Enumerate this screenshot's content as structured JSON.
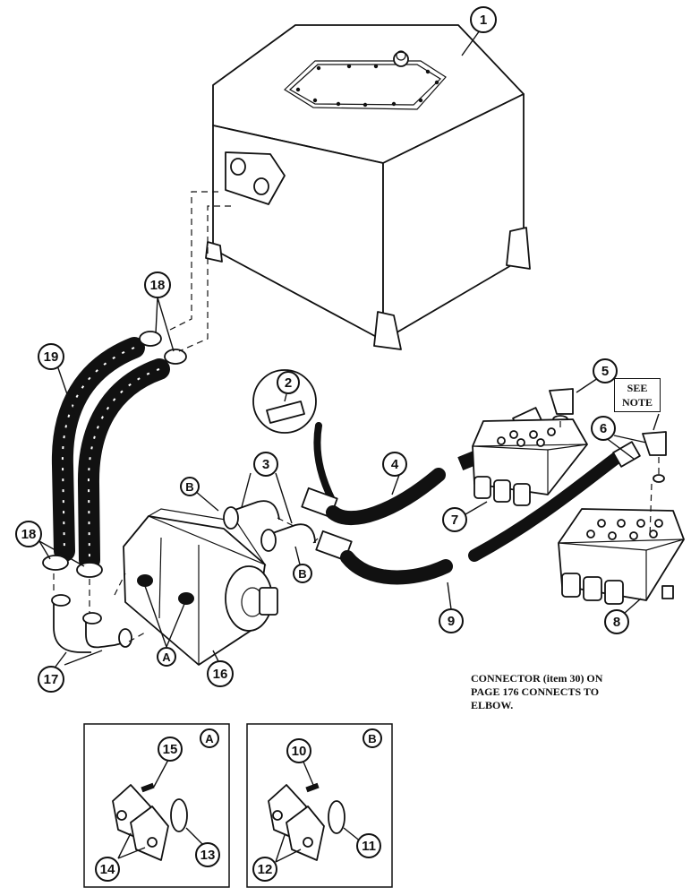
{
  "callouts": {
    "c1": "1",
    "c2": "2",
    "c3": "3",
    "c4": "4",
    "c5": "5",
    "c6": "6",
    "c7": "7",
    "c8": "8",
    "c9": "9",
    "c10": "10",
    "c11": "11",
    "c12": "12",
    "c13": "13",
    "c14": "14",
    "c15": "15",
    "c16": "16",
    "c17": "17",
    "c18a": "18",
    "c18b": "18",
    "c19": "19"
  },
  "letters": {
    "b1": "B",
    "b2": "B",
    "a1": "A",
    "inset_a": "A",
    "inset_b": "B"
  },
  "notes": {
    "see_note_line1": "SEE",
    "see_note_line2": "NOTE",
    "connector_note_line1": "CONNECTOR (item 30) ON",
    "connector_note_line2": "PAGE 176 CONNECTS TO",
    "connector_note_line3": "ELBOW."
  }
}
